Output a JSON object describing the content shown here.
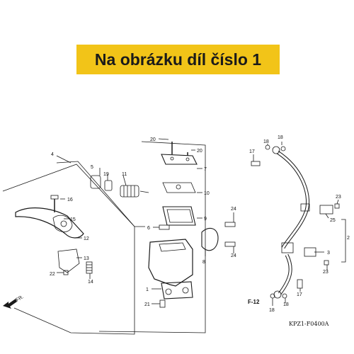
{
  "banner": {
    "text": "Na obrázku díl číslo 1"
  },
  "diagram": {
    "callouts": [
      {
        "id": "c-4",
        "text": "4"
      },
      {
        "id": "c-5",
        "text": "5"
      },
      {
        "id": "c-19",
        "text": "19"
      },
      {
        "id": "c-11",
        "text": "11"
      },
      {
        "id": "c-20a",
        "text": "20"
      },
      {
        "id": "c-20b",
        "text": "20"
      },
      {
        "id": "c-7",
        "text": "7"
      },
      {
        "id": "c-10",
        "text": "10"
      },
      {
        "id": "c-9",
        "text": "9"
      },
      {
        "id": "c-6",
        "text": "6"
      },
      {
        "id": "c-16",
        "text": "16"
      },
      {
        "id": "c-15",
        "text": "15"
      },
      {
        "id": "c-12",
        "text": "12"
      },
      {
        "id": "c-13",
        "text": "13"
      },
      {
        "id": "c-22",
        "text": "22"
      },
      {
        "id": "c-14",
        "text": "14"
      },
      {
        "id": "c-1",
        "text": "1"
      },
      {
        "id": "c-21",
        "text": "21"
      },
      {
        "id": "c-8",
        "text": "8"
      },
      {
        "id": "c-24a",
        "text": "24"
      },
      {
        "id": "c-24b",
        "text": "24"
      },
      {
        "id": "c-17a",
        "text": "17"
      },
      {
        "id": "c-18a",
        "text": "18"
      },
      {
        "id": "c-18b",
        "text": "18"
      },
      {
        "id": "c-23a",
        "text": "23"
      },
      {
        "id": "c-25",
        "text": "25"
      },
      {
        "id": "c-2",
        "text": "2"
      },
      {
        "id": "c-3",
        "text": "3"
      },
      {
        "id": "c-23b",
        "text": "23"
      },
      {
        "id": "c-17b",
        "text": "17"
      },
      {
        "id": "c-18c",
        "text": "18"
      },
      {
        "id": "c-18d",
        "text": "18"
      }
    ],
    "fr_label": "FR.",
    "ref_label": "F-12",
    "drawing_code": "KPZ1-F0400A",
    "colors": {
      "ink": "#1a1a1a",
      "banner": "#f2c418"
    }
  }
}
